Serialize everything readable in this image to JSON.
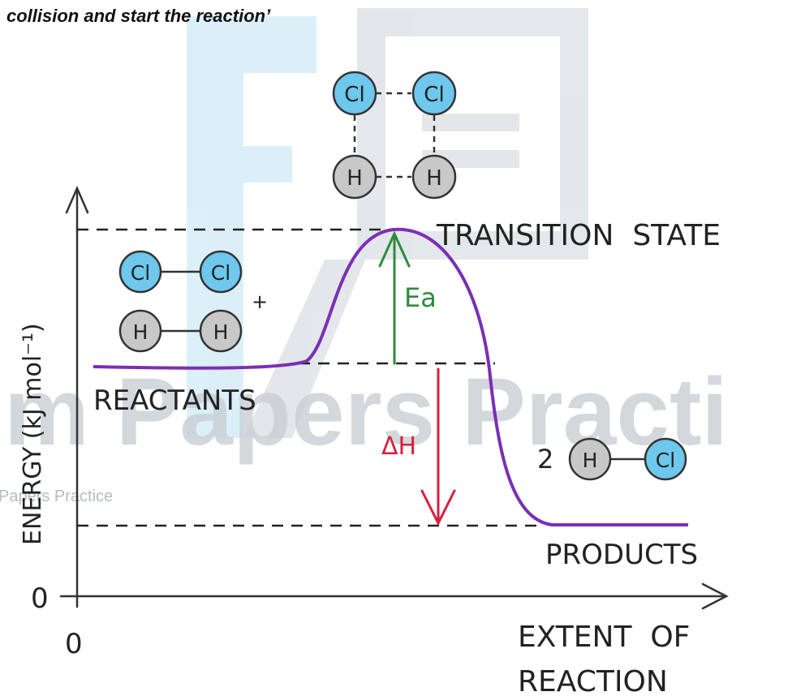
{
  "caption": "collision and start the reaction’",
  "watermark": {
    "text": "m Papers Practi",
    "small_text": "Papers Practice"
  },
  "axes": {
    "y_label": "ENERGY (kJ mol⁻¹)",
    "x_label_line1": "EXTENT  OF",
    "x_label_line2": "REACTION",
    "y_zero": "0",
    "x_zero": "0"
  },
  "labels": {
    "transition_state": "TRANSITION  STATE",
    "reactants": "REACTANTS",
    "products": "PRODUCTS",
    "ea": "Ea",
    "delta_h": "ΔH",
    "plus": "+",
    "coefficient": "2"
  },
  "atoms": {
    "cl": "Cl",
    "h": "H"
  },
  "colors": {
    "curve": "#7b2fb5",
    "ea_arrow": "#2e8b3e",
    "dh_arrow": "#d4213d",
    "cl_fill": "#6ec7ec",
    "h_fill": "#c8c8c8",
    "watermark_light": "#d6edf7",
    "watermark_gray": "#c9cfd5"
  }
}
